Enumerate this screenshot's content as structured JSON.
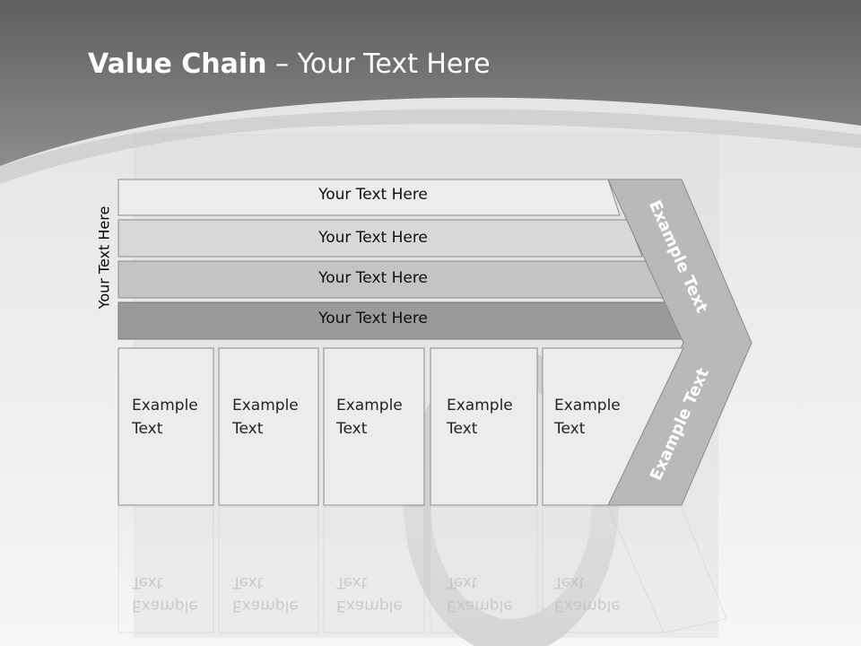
{
  "title": {
    "bold": "Value Chain",
    "rest": " – Your Text Here"
  },
  "side_label": "Your Text Here",
  "bars": [
    {
      "label": "Your Text Here"
    },
    {
      "label": "Your Text Here"
    },
    {
      "label": "Your Text Here"
    },
    {
      "label": "Your Text Here"
    }
  ],
  "boxes": [
    {
      "label": "Example\nText"
    },
    {
      "label": "Example\nText"
    },
    {
      "label": "Example\nText"
    },
    {
      "label": "Example\nText"
    },
    {
      "label": "Example\nText"
    }
  ],
  "chevron": {
    "upper": "Example Text",
    "lower": "Example Text"
  },
  "colors": {
    "header": "#7d7d7d",
    "bar1": "#ececec",
    "bar2": "#d8d8d8",
    "bar3": "#c4c4c4",
    "bar4": "#9a9a9a",
    "chevron": "#b9b9b9",
    "box": "#ececec"
  }
}
